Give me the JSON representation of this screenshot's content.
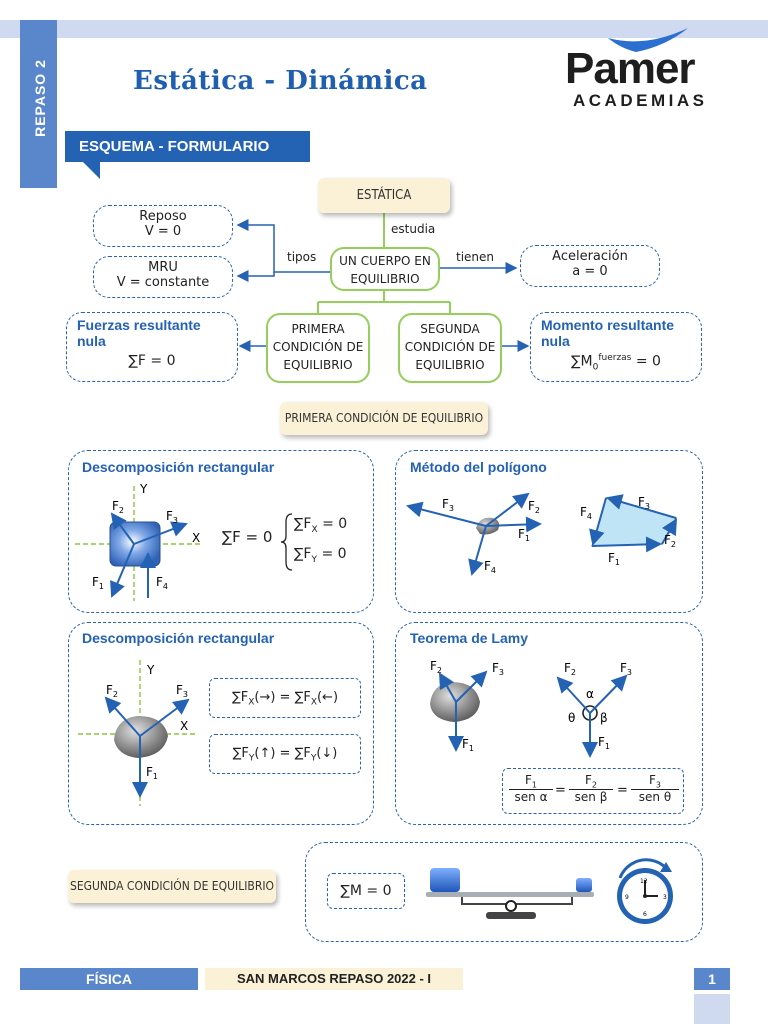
{
  "header": {
    "side_tab": "REPASO 2",
    "title": "Estática - Dinámica",
    "logo_name": "Pamer",
    "logo_sub": "ACADEMIAS",
    "section_banner": "ESQUEMA - FORMULARIO"
  },
  "concept_map": {
    "root": "ESTÁTICA",
    "studies_label": "estudia",
    "center_line1": "UN CUERPO EN",
    "center_line2": "EQUILIBRIO",
    "types_label": "tipos",
    "have_label": "tienen",
    "rest_line1": "Reposo",
    "rest_line2": "V = 0",
    "mru_line1": "MRU",
    "mru_line2": "V = constante",
    "accel_line1": "Aceleración",
    "accel_line2": "a = 0",
    "first_line1": "PRIMERA",
    "first_line2": "CONDICIÓN DE",
    "first_line3": "EQUILIBRIO",
    "second_line1": "SEGUNDA",
    "second_line2": "CONDICIÓN DE",
    "second_line3": "EQUILIBRIO",
    "forces_title": "Fuerzas resultante nula",
    "forces_formula": "∑F = 0",
    "moment_title": "Momento resultante nula",
    "moment_formula_main": "∑M",
    "moment_formula_sub": "0",
    "moment_formula_sup": "fuerzas",
    "moment_formula_end": " = 0"
  },
  "first_condition_label": "PRIMERA CONDICIÓN DE EQUILIBRIO",
  "second_condition_label": "SEGUNDA CONDICIÓN DE EQUILIBRIO",
  "panels": {
    "rect1_title": "Descomposición rectangular",
    "polygon_title": "Método del polígono",
    "rect2_title": "Descomposición rectangular",
    "lamy_title": "Teorema de Lamy",
    "rect1_eq_left": "∑F = 0",
    "rect1_eq_x": "∑F",
    "rect1_eq_x_sub": "X",
    "rect1_eq_x_end": " = 0",
    "rect1_eq_y": "∑F",
    "rect1_eq_y_sub": "Y",
    "rect1_eq_y_end": " = 0",
    "rect2_eq1": "∑F",
    "rect2_eq1_sub": "X",
    "rect2_eq1_mid": "(→) = ∑F",
    "rect2_eq1_sub2": "X",
    "rect2_eq1_end": "(←)",
    "rect2_eq2": "∑F",
    "rect2_eq2_sub": "Y",
    "rect2_eq2_mid": "(↑) = ∑F",
    "rect2_eq2_sub2": "Y",
    "rect2_eq2_end": "(↓)",
    "lamy_num1": "F",
    "lamy_num1_sub": "1",
    "lamy_den1": "sen α",
    "lamy_num2": "F",
    "lamy_num2_sub": "2",
    "lamy_den2": "sen β",
    "lamy_num3": "F",
    "lamy_num3_sub": "3",
    "lamy_den3": "sen θ",
    "equals": "=",
    "moment_eq": "∑M = 0"
  },
  "labels": {
    "F": "F",
    "F1": "1",
    "F2": "2",
    "F3": "3",
    "F4": "4",
    "X": "X",
    "Y": "Y",
    "alpha": "α",
    "beta": "β",
    "theta": "θ"
  },
  "footer": {
    "subject": "FÍSICA",
    "course": "SAN MARCOS REPASO 2022 - I",
    "page": "1"
  },
  "colors": {
    "primary_blue": "#2462b4",
    "accent_green": "#93cf5a",
    "cream": "#fbf1d6"
  }
}
